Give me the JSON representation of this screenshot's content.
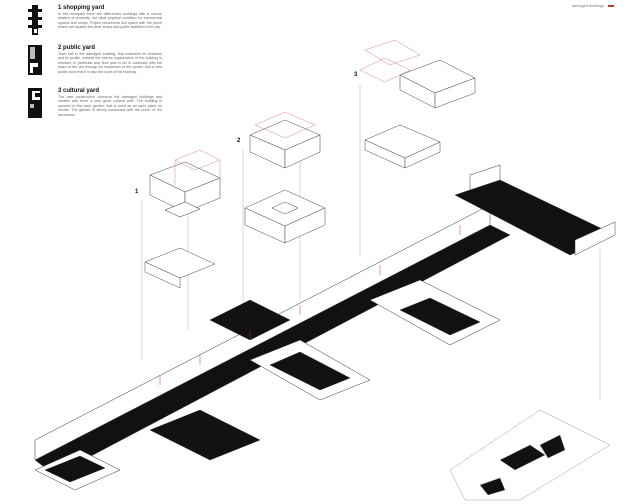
{
  "legend_key": {
    "label": "damaged buildings",
    "color": "#c0392b"
  },
  "yards": [
    {
      "title": "1 shopping yard",
      "text": "In this backyard there are differences buildings with a narrow relation of proximity, the ideal physical condition for commercial spaces and shops. Project reconnects this space with the porch where are located the other shops and public facilities of the city."
    },
    {
      "title": "2 public yard",
      "text": "Town hall is the damaged building, that maintains its functions and its profile. Instead the interior organization of the building is redrawn. In particular way floor plan is set in continuity with the plaza of the city through an expansion of the portico and a new public court that it is also the court of the building."
    },
    {
      "title": "3 cultural yard",
      "text": "The new construction connects the damaged buildings and creates with them a new great cultural pole. The building is opened on the back garden, that is used as an open place for events. The garden is strictly connected with the porch of the decumano."
    }
  ],
  "markers": [
    "1",
    "2",
    "3"
  ]
}
